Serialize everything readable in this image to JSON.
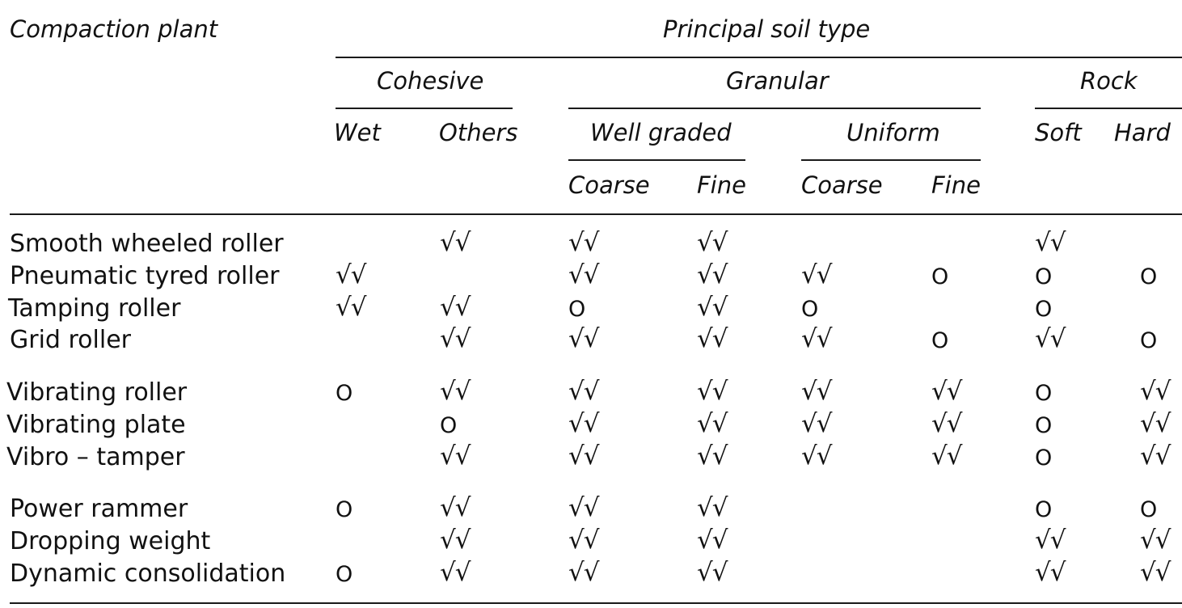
{
  "header": {
    "plant_label": "Compaction plant",
    "soil_type_label": "Principal soil type",
    "groups": {
      "cohesive": "Cohesive",
      "granular": "Granular",
      "rock": "Rock"
    },
    "subgroups": {
      "wet": "Wet",
      "others": "Others",
      "well_graded": "Well graded",
      "uniform": "Uniform",
      "soft": "Soft",
      "hard": "Hard"
    },
    "subsub": {
      "wg_coarse": "Coarse",
      "wg_fine": "Fine",
      "u_coarse": "Coarse",
      "u_fine": "Fine"
    }
  },
  "symbols": {
    "suitable": "√√",
    "possible": "O"
  },
  "columns": [
    "wet",
    "others",
    "wg_coarse",
    "wg_fine",
    "u_coarse",
    "u_fine",
    "soft",
    "hard"
  ],
  "rows": [
    {
      "plant": "Smooth wheeled roller",
      "cells": [
        "",
        "√√",
        "√√",
        "√√",
        "",
        "",
        "√√",
        ""
      ]
    },
    {
      "plant": "Pneumatic tyred roller",
      "cells": [
        "√√",
        "",
        "√√",
        "√√",
        "√√",
        "O",
        "O",
        "O"
      ]
    },
    {
      "plant": "Tamping roller",
      "cells": [
        "√√",
        "√√",
        "O",
        "√√",
        "O",
        "",
        "O",
        ""
      ]
    },
    {
      "plant": "Grid roller",
      "cells": [
        "",
        "√√",
        "√√",
        "√√",
        "√√",
        "O",
        "√√",
        "O"
      ]
    },
    {
      "plant": "Vibrating roller",
      "cells": [
        "O",
        "√√",
        "√√",
        "√√",
        "√√",
        "√√",
        "O",
        "√√"
      ]
    },
    {
      "plant": "Vibrating plate",
      "cells": [
        "",
        "O",
        "√√",
        "√√",
        "√√",
        "√√",
        "O",
        "√√"
      ]
    },
    {
      "plant": "Vibro – tamper",
      "cells": [
        "",
        "√√",
        "√√",
        "√√",
        "√√",
        "√√",
        "O",
        "√√"
      ]
    },
    {
      "plant": "Power rammer",
      "cells": [
        "O",
        "√√",
        "√√",
        "√√",
        "",
        "",
        "O",
        "O"
      ]
    },
    {
      "plant": "Dropping weight",
      "cells": [
        "",
        "√√",
        "√√",
        "√√",
        "",
        "",
        "√√",
        "√√"
      ]
    },
    {
      "plant": "Dynamic consolidation",
      "cells": [
        "O",
        "√√",
        "√√",
        "√√",
        "",
        "",
        "√√",
        "√√"
      ]
    }
  ]
}
